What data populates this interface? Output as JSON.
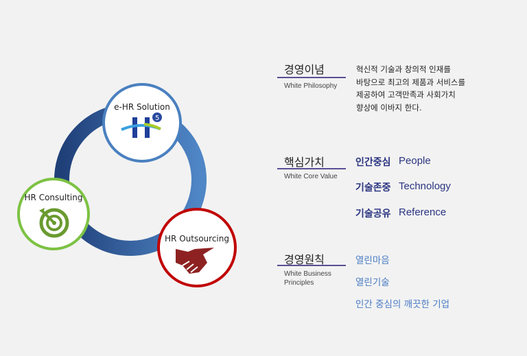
{
  "diagram": {
    "nodes": [
      {
        "label": "e-HR Solution",
        "icon": "hs-logo-icon",
        "color": "#4a80c0"
      },
      {
        "label": "HR Consulting",
        "icon": "target-icon",
        "color": "#7dc243"
      },
      {
        "label": "HR Outsourcing",
        "icon": "handshake-icon",
        "color": "#c00000"
      }
    ]
  },
  "philosophy": {
    "title": "경영이념",
    "subtitle": "White Philosophy",
    "lines": [
      "혁신적 기술과 창의적 인재를",
      "바탕으로 최고의 제품과 서비스를",
      "제공하여 고객만족과 사회가치",
      "향상에 이바지 한다."
    ]
  },
  "core_value": {
    "title": "핵심가치",
    "subtitle": "White Core Value",
    "items": [
      {
        "ko": "인간중심",
        "en": "People"
      },
      {
        "ko": "기술존중",
        "en": "Technology"
      },
      {
        "ko": "기술공유",
        "en": "Reference"
      }
    ]
  },
  "principles": {
    "title": "경영원칙",
    "subtitle_1": "White Business",
    "subtitle_2": "Principles",
    "items": [
      "열린마음",
      "열린기술",
      "인간 중심의 깨끗한 기업"
    ]
  }
}
